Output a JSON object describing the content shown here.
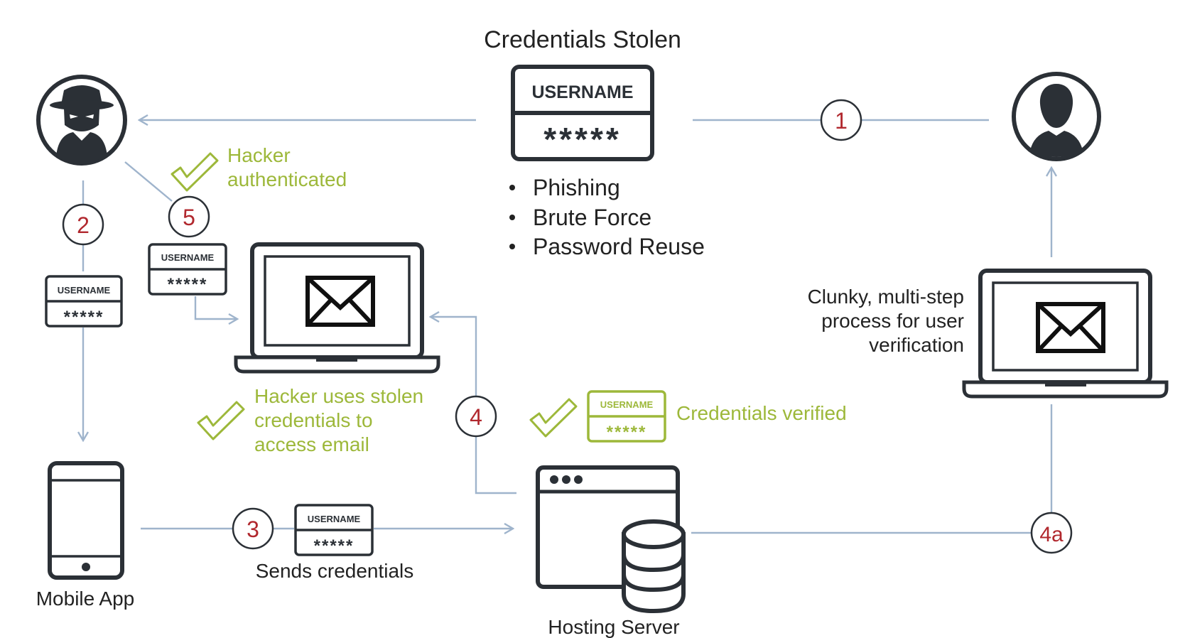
{
  "title": "Credentials Stolen",
  "methods": [
    "Phishing",
    "Brute Force",
    "Password Reuse"
  ],
  "credential_card": {
    "username_label": "USERNAME",
    "password_mask": "*****"
  },
  "steps": {
    "s1": "1",
    "s2": "2",
    "s3": "3",
    "s4": "4",
    "s4a": "4a",
    "s5": "5"
  },
  "labels": {
    "hacker_authenticated_line1": "Hacker",
    "hacker_authenticated_line2": "authenticated",
    "hacker_access_line1": "Hacker uses stolen",
    "hacker_access_line2": "credentials to",
    "hacker_access_line3": "access email",
    "credentials_verified": "Credentials verified",
    "clunky_line1": "Clunky, multi-step",
    "clunky_line2": "process for user",
    "clunky_line3": "verification",
    "sends_credentials": "Sends credentials",
    "mobile_app": "Mobile App",
    "hosting_server": "Hosting Server"
  },
  "colors": {
    "ink": "#2b3036",
    "line": "#9fb4cc",
    "step_red": "#b1282e",
    "green": "#9db83a",
    "text": "#222222"
  },
  "icons": [
    "hacker-icon",
    "user-icon",
    "laptop-mail-icon",
    "phone-icon",
    "server-icon",
    "database-icon",
    "checkmark-icon",
    "envelope-icon"
  ]
}
